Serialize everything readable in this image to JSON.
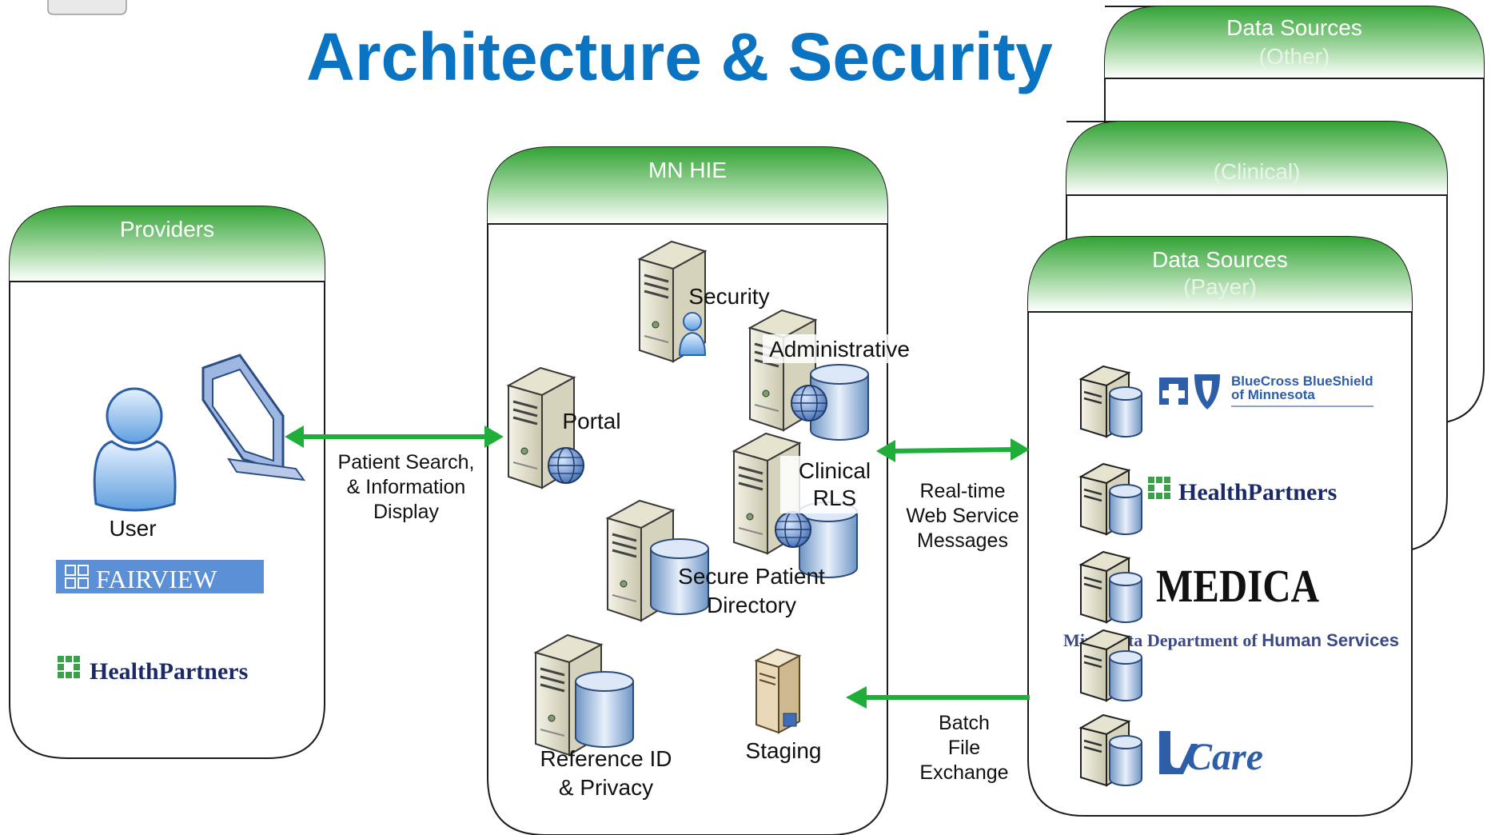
{
  "title": "Architecture & Security",
  "panels": {
    "providers": {
      "header": "Providers"
    },
    "hie": {
      "header": "MN HIE"
    },
    "ds_other": {
      "header": "Data Sources",
      "subheader": "(Other)"
    },
    "ds_clinical": {
      "subheader": "(Clinical)"
    },
    "ds_payer": {
      "header": "Data Sources",
      "subheader": "(Payer)"
    }
  },
  "providers": {
    "user_label": "User",
    "orgs": [
      "FAIRVIEW",
      "HealthPartners"
    ]
  },
  "hie": {
    "security": "Security",
    "administrative": "Administrative",
    "portal": "Portal",
    "clinical_rls": [
      "Clinical",
      "RLS"
    ],
    "secure_patient_directory": [
      "Secure Patient",
      "Directory"
    ],
    "staging": "Staging",
    "reference_id": [
      "Reference ID",
      "& Privacy"
    ]
  },
  "connections": {
    "patient_search": [
      "Patient Search,",
      "& Information",
      "Display"
    ],
    "realtime": [
      "Real-time",
      "Web Service",
      "Messages"
    ],
    "batch": [
      "Batch",
      "File",
      "Exchange"
    ]
  },
  "payers": {
    "bcbs": [
      "BlueCross BlueShield",
      "of Minnesota"
    ],
    "healthpartners": "HealthPartners",
    "medica": "MEDICA",
    "dhs": [
      "Minnesota Department of ",
      "Human Services"
    ],
    "ucare": "Care"
  },
  "colors": {
    "title_blue": "#0a73c2",
    "header_green": "#3aa63a",
    "arrow_green": "#1fae3a",
    "fairview_bg": "#5b90d6",
    "healthpartners_navy": "#1b2a66"
  }
}
